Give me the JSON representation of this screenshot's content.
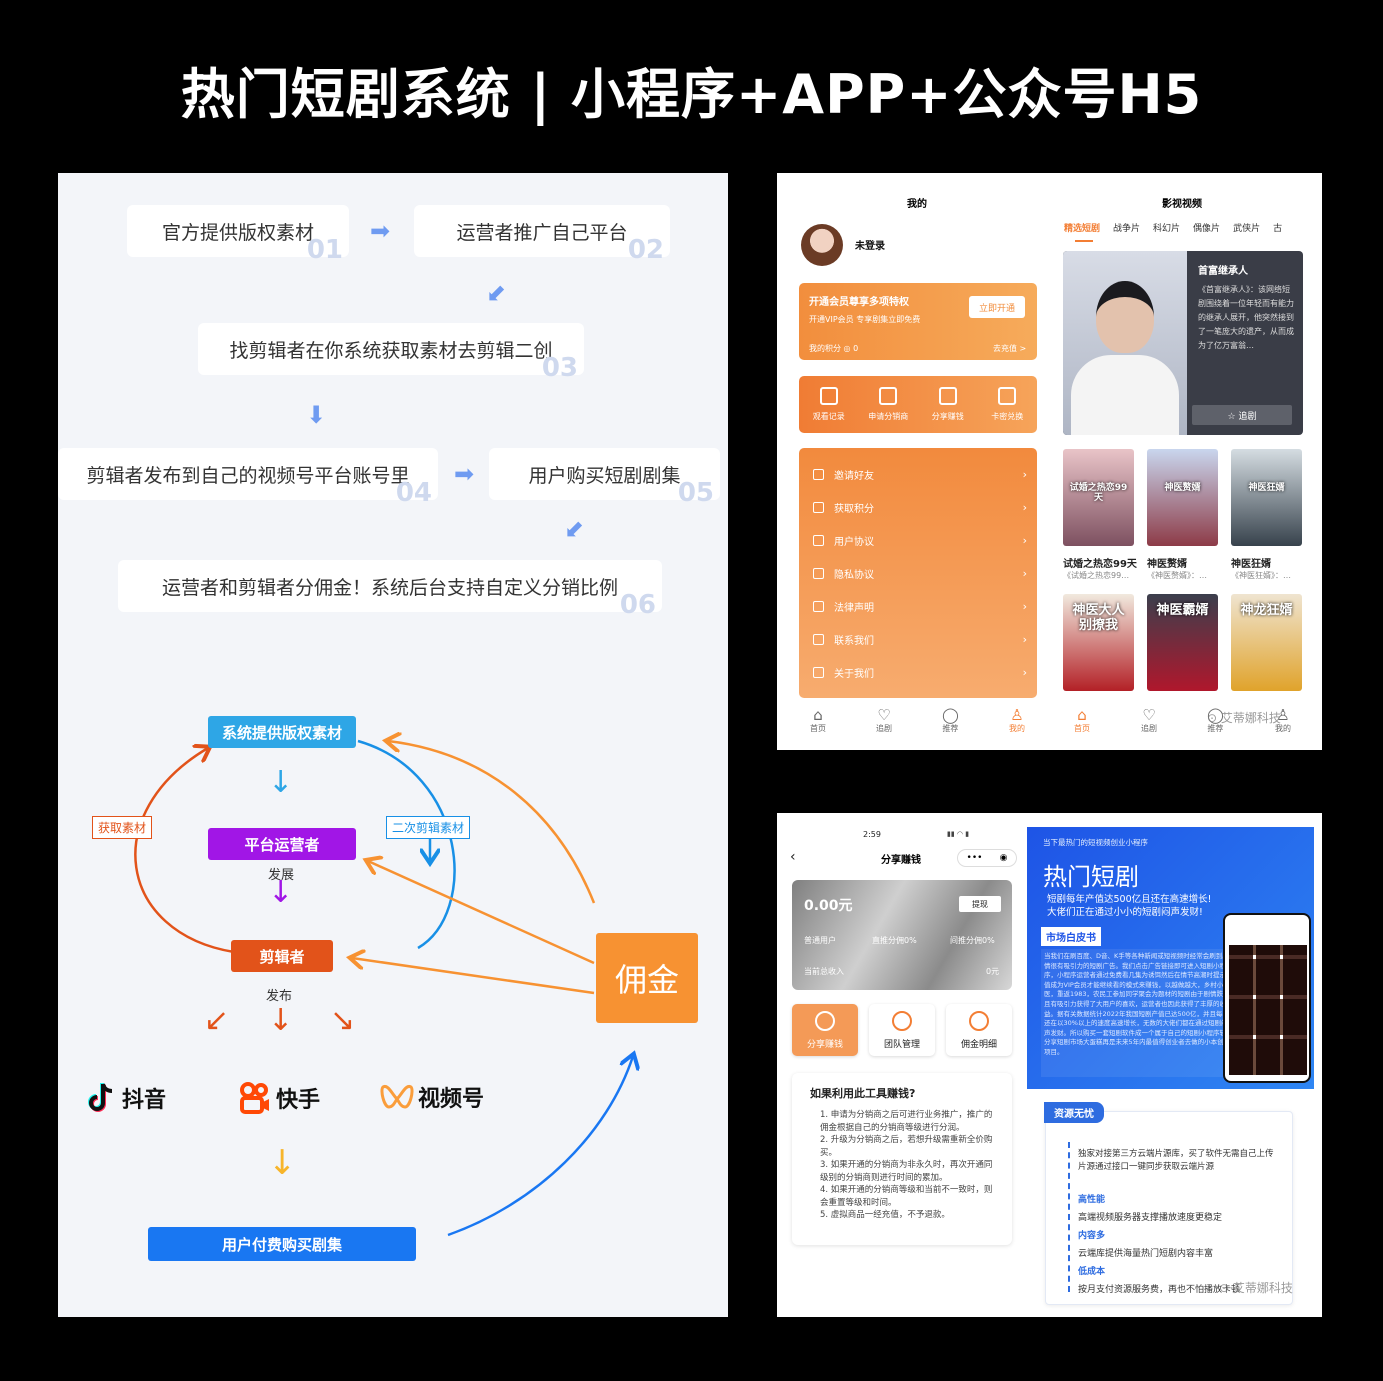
{
  "title": "热门短剧系统 | 小程序+APP+公众号H5",
  "flow_steps": [
    {
      "text": "官方提供版权素材",
      "num": "01"
    },
    {
      "text": "运营者推广自己平台",
      "num": "02"
    },
    {
      "text": "找剪辑者在你系统获取素材去剪辑二创",
      "num": "03"
    },
    {
      "text": "剪辑者发布到自己的视频号平台账号里",
      "num": "04"
    },
    {
      "text": "用户购买短剧剧集",
      "num": "05"
    },
    {
      "text": "运营者和剪辑者分佣金！系统后台支持自定义分销比例",
      "num": "06"
    }
  ],
  "diagram": {
    "top": "系统提供版权素材",
    "left_tag": "获取素材",
    "right_tag": "二次剪辑素材",
    "operator": "平台运营者",
    "develop": "发展",
    "editor": "剪辑者",
    "publish": "发布",
    "commission": "佣金",
    "platforms": [
      "抖音",
      "快手",
      "视频号"
    ],
    "pay": "用户付费购买剧集"
  },
  "mine_screen": {
    "header": "我的",
    "user": "未登录",
    "vip_title": "开通会员尊享多项特权",
    "vip_sub": "开通VIP会员 专享剧集立即免费",
    "vip_btn": "立即开通",
    "points": "我的积分",
    "points_val": "0",
    "recharge": "去充值 >",
    "shortcuts": [
      "观看记录",
      "申请分销商",
      "分享赚钱",
      "卡密兑换"
    ],
    "menu": [
      "邀请好友",
      "获取积分",
      "用户协议",
      "隐私协议",
      "法律声明",
      "联系我们",
      "关于我们"
    ],
    "nav": [
      "首页",
      "追剧",
      "推荐",
      "我的"
    ]
  },
  "video_screen": {
    "header": "影视视频",
    "tabs": [
      "精选短剧",
      "战争片",
      "科幻片",
      "偶像片",
      "武侠片",
      "古"
    ],
    "featured_title": "首富继承人",
    "featured_desc": "《首富继承人》：该网络短剧围绕着一位年轻而有能力的继承人展开，他突然接到了一笔庞大的遗产，从而成为了亿万富翁…",
    "follow_btn": "☆ 追剧",
    "posters": [
      {
        "name": "试婚之热恋99天",
        "desc": "《试婚之热恋99…",
        "art": "试婚之热恋99天"
      },
      {
        "name": "神医赘婿",
        "desc": "《神医赘婿》：…",
        "art": "神医赘婿"
      },
      {
        "name": "神医狂婿",
        "desc": "《神医狂婿》：…",
        "art": "神医狂婿"
      },
      {
        "name": "",
        "desc": "",
        "art": "神医大人别撩我"
      },
      {
        "name": "",
        "desc": "",
        "art": "神医霸婿"
      },
      {
        "name": "",
        "desc": "",
        "art": "神龙狂婿"
      }
    ],
    "nav": [
      "首页",
      "追剧",
      "推荐",
      "我的"
    ],
    "watermark": "艾蒂娜科技"
  },
  "share_screen": {
    "time": "2:59",
    "header": "分享赚钱",
    "balance": "0.00元",
    "withdraw": "提现",
    "row1": [
      "普通用户",
      "直推分佣0%",
      "间推分佣0%"
    ],
    "row2": [
      "当前总收入",
      "0元"
    ],
    "tools": [
      "分享赚钱",
      "团队管理",
      "佣金明细"
    ],
    "how_title": "如果利用此工具赚钱?",
    "how_list": [
      "1. 申请为分销商之后可进行业务推广，推广的佣金根据自己的分销商等级进行分润。",
      "2. 升级为分销商之后，若想升级需重新全价购买。",
      "3. 如果开通的分销商为非永久时，再次开通同级别的分销商则进行时间的累加。",
      "4. 如果开通的分销商等级和当前不一致时，则会重置等级和时间。",
      "5. 虚拟商品一经充值，不予退款。"
    ]
  },
  "promo": {
    "tag": "当下最热门的短视频创业小程序",
    "headline": "热门短剧",
    "sub1": "短剧每年产值达500亿且还在高速增长!",
    "sub2": "大佬们正在通过小小的短剧闷声发财!",
    "market": "市场白皮书",
    "body": "当我们在刷百度、D音、K手等各种新闻或短视频时经常会刷到剧情很有吸引力的短剧广告。我们点击广告链接即可进入短剧小程序，小程序运营者通过免费看几集为诱饵然后在情节高潮时提示充值成为VIP会员才能继续看的模式来赚钱，以越做越大，乡村小神医，重返1983，农民工参加同学聚会为题材的短剧由于剧情跌宕且有吸引力获得了大用户的喜欢，运营者也因此获得了丰厚的收益。据有关数据统计2022年我国短剧产值已达500亿，并且每年还在以30%以上的速度高速增长，无数的大佬们都在通过短剧闷声发财。所以购买一套短剧软件成一个属于自己的短剧小程序轻松分享短剧市场大蛋糕再是未来5年内最值得创业者去做的小本创业项目。",
    "res_title": "资源无忧",
    "res_intro": "独家对接第三方云端片源库，买了软件无需自己上传片源通过接口一键同步获取云端片源",
    "features": [
      {
        "h": "高性能",
        "t": "高端视频服务器支撑播放速度更稳定"
      },
      {
        "h": "内容多",
        "t": "云端库提供海量热门短剧内容丰富"
      },
      {
        "h": "低成本",
        "t": "按月支付资源服务费，再也不怕播放卡顿"
      }
    ],
    "watermark": "艾蒂娜科技"
  },
  "colors": {
    "orange": "#f47e34",
    "blue_step": "#6f9bf1",
    "purple": "#a116e6",
    "editor_red": "#e2531a",
    "top_blue": "#2ea6e6",
    "pay_blue": "#1977f2",
    "commission": "#f79232"
  }
}
